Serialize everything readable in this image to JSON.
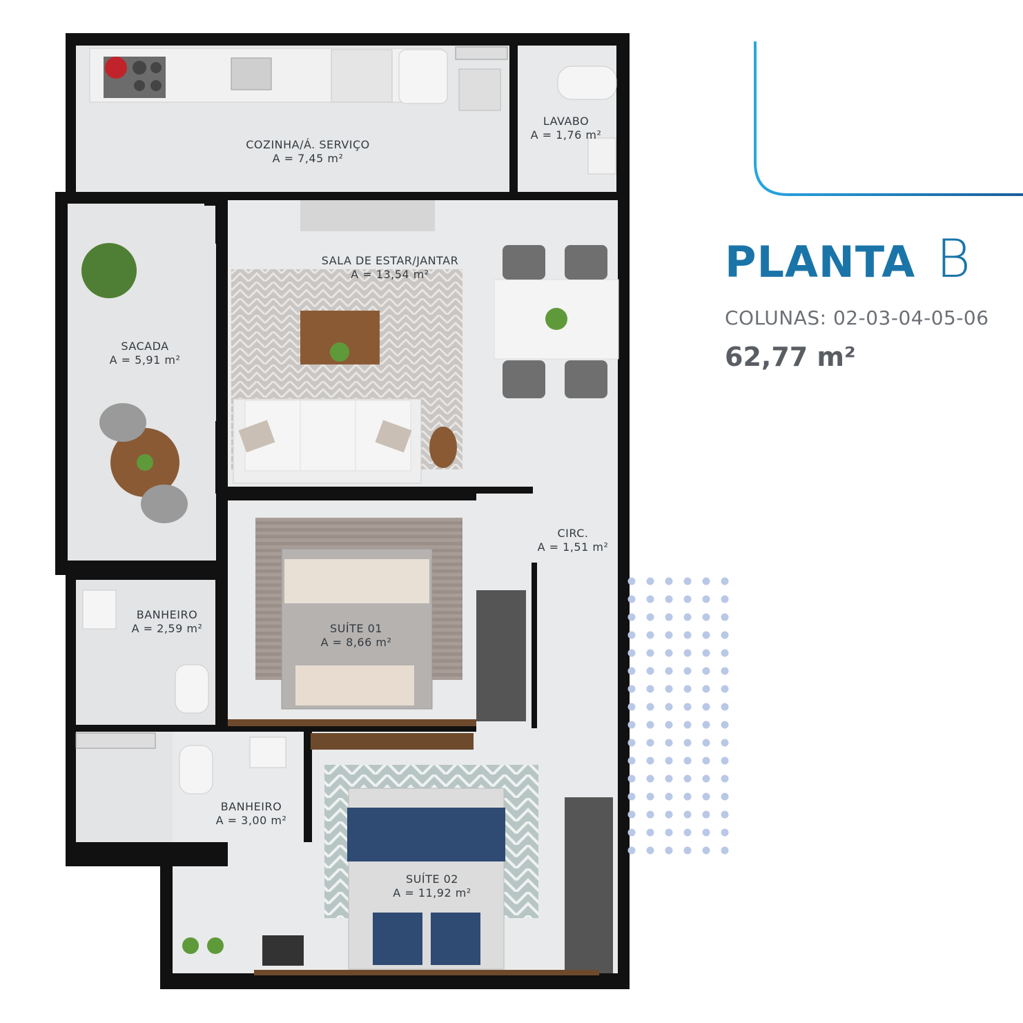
{
  "title": {
    "word": "PLANTA",
    "letter": "B"
  },
  "columns_label": "COLUNAS: 02-03-04-05-06",
  "total_area": "62,77 m²",
  "colors": {
    "brand_blue": "#1a74a8",
    "accent_gradient_start": "#29a6e0",
    "dots": "#b9c8e6",
    "wall": "#111111",
    "floor": "#e9eaeb"
  },
  "rooms": [
    {
      "name": "COZINHA/Á. SERVIÇO",
      "area": "A = 7,45 m²"
    },
    {
      "name": "LAVABO",
      "area": "A = 1,76 m²"
    },
    {
      "name": "SALA DE ESTAR/JANTAR",
      "area": "A = 13,54 m²"
    },
    {
      "name": "SACADA",
      "area": "A = 5,91 m²"
    },
    {
      "name": "CIRC.",
      "area": "A = 1,51 m²"
    },
    {
      "name": "SUÍTE 01",
      "area": "A = 8,66 m²"
    },
    {
      "name": "BANHEIRO",
      "area": "A = 2,59 m²"
    },
    {
      "name": "BANHEIRO",
      "area": "A = 3,00 m²"
    },
    {
      "name": "SUÍTE 02",
      "area": "A = 11,92 m²"
    }
  ]
}
